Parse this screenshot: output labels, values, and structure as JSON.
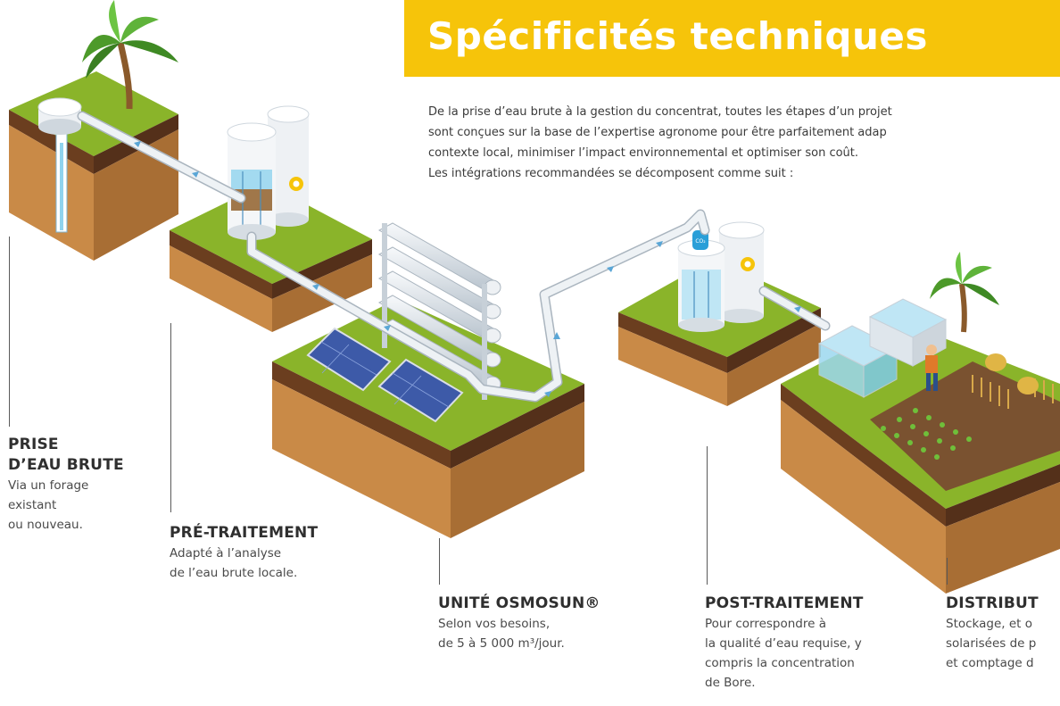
{
  "header": {
    "title": "Spécificités techniques",
    "accent_color": "#f6c40a"
  },
  "intro": {
    "lines": [
      "De la prise d’eau brute à la gestion du concentrat, toutes les étapes d’un projet",
      "sont conçues sur la base de l’expertise agronome pour être parfaitement adap",
      "contexte local, minimiser l’impact environnemental et optimiser son coût.",
      "Les intégrations recommandées se décomposent comme suit :"
    ]
  },
  "steps": [
    {
      "label_lines": [
        "PRISE",
        "D’EAU BRUTE"
      ],
      "desc_lines": [
        "Via un forage",
        "existant",
        "ou nouveau."
      ]
    },
    {
      "label_lines": [
        "PRÉ-TRAITEMENT"
      ],
      "desc_lines": [
        "Adapté à l’analyse",
        "de l’eau brute locale."
      ]
    },
    {
      "label_lines": [
        "UNITÉ OSMOSUN®"
      ],
      "desc_lines": [
        "Selon vos besoins,",
        "de 5 à 5 000 m³/jour."
      ]
    },
    {
      "label_lines": [
        "POST-TRAITEMENT"
      ],
      "desc_lines": [
        "Pour correspondre à",
        "la qualité d’eau requise, y",
        "compris la concentration",
        "de Bore."
      ]
    },
    {
      "label_lines": [
        "DISTRIBUT"
      ],
      "desc_lines": [
        "Stockage, et o",
        "solarisées de p",
        "et comptage d"
      ]
    }
  ],
  "illustration": {
    "co2_tag": "CO₂",
    "colors": {
      "grass": "#8ab42a",
      "grass_dark": "#6f9622",
      "soil_top": "#6b3e1f",
      "soil": "#c98a47",
      "soil_dark": "#a86e34",
      "pipe": "#dfe6ec",
      "tank": "#eef1f4",
      "water": "#8fd3ee",
      "panel": "#3d5aa8",
      "logo": "#f6c40a"
    }
  }
}
